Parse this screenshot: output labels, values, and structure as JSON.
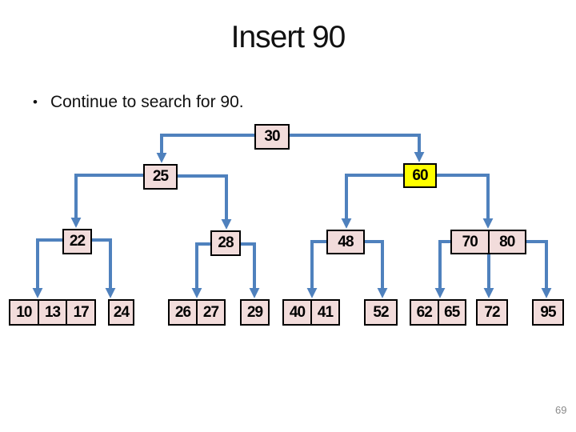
{
  "slide": {
    "title": "Insert 90",
    "bullet_glyph": "•",
    "bullet_text": "Continue to search for 90.",
    "page_number": "69"
  },
  "colors": {
    "node_fill": "#F2DCDB",
    "highlight_fill": "#FFFF00",
    "node_border": "#000000",
    "connector_blue": "#4F81BD",
    "text_black": "#111111",
    "page_number_gray": "#8A8A8A"
  },
  "tree": {
    "highlighted_node": "60",
    "nodes": {
      "n30": {
        "cells": [
          "30"
        ]
      },
      "n25": {
        "cells": [
          "25"
        ]
      },
      "n60": {
        "cells": [
          "60"
        ]
      },
      "n22": {
        "cells": [
          "22"
        ]
      },
      "n28": {
        "cells": [
          "28"
        ]
      },
      "n48": {
        "cells": [
          "48"
        ]
      },
      "n70_80": {
        "cells": [
          "70",
          "80"
        ]
      },
      "l10_13_17": {
        "cells": [
          "10",
          "13",
          "17"
        ]
      },
      "l24": {
        "cells": [
          "24"
        ]
      },
      "l26_27": {
        "cells": [
          "26",
          "27"
        ]
      },
      "l29": {
        "cells": [
          "29"
        ]
      },
      "l40_41": {
        "cells": [
          "40",
          "41"
        ]
      },
      "l52": {
        "cells": [
          "52"
        ]
      },
      "l62_65": {
        "cells": [
          "62",
          "65"
        ]
      },
      "l72": {
        "cells": [
          "72"
        ]
      },
      "l95": {
        "cells": [
          "95"
        ]
      }
    },
    "edges": [
      {
        "from": "30",
        "to": "25"
      },
      {
        "from": "30",
        "to": "60"
      },
      {
        "from": "25",
        "to": "22"
      },
      {
        "from": "25",
        "to": "28"
      },
      {
        "from": "60",
        "to": "48"
      },
      {
        "from": "60",
        "to": "70|80"
      },
      {
        "from": "22",
        "to": "10|13|17"
      },
      {
        "from": "22",
        "to": "24"
      },
      {
        "from": "28",
        "to": "26|27"
      },
      {
        "from": "28",
        "to": "29"
      },
      {
        "from": "48",
        "to": "40|41"
      },
      {
        "from": "48",
        "to": "52"
      },
      {
        "from": "70|80",
        "to": "62|65"
      },
      {
        "from": "70|80",
        "to": "72"
      },
      {
        "from": "70|80",
        "to": "95"
      }
    ]
  }
}
